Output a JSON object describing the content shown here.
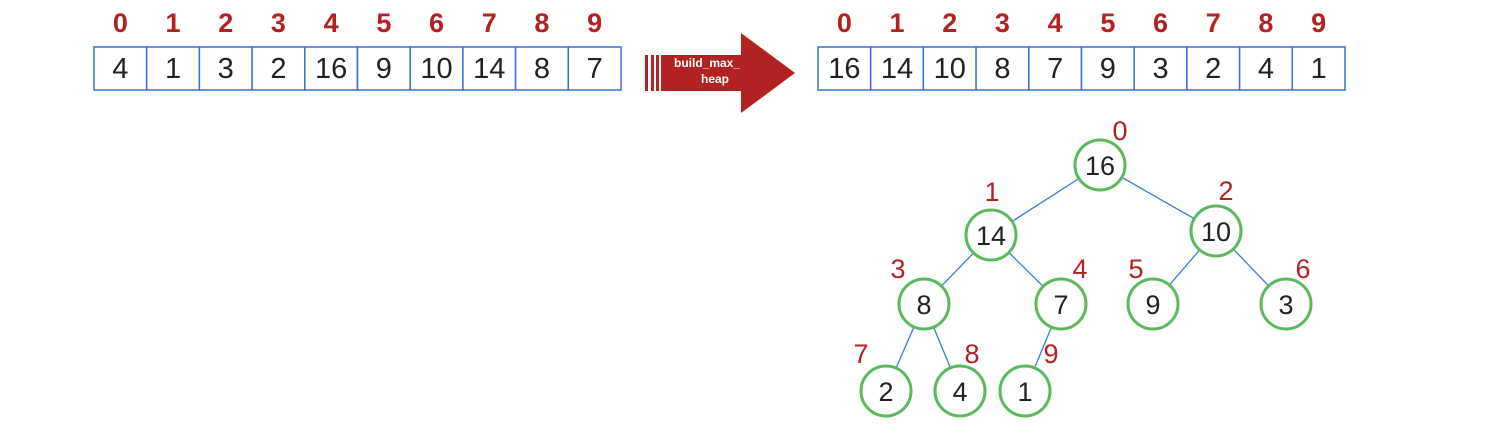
{
  "indices": [
    "0",
    "1",
    "2",
    "3",
    "4",
    "5",
    "6",
    "7",
    "8",
    "9"
  ],
  "input_array": [
    "4",
    "1",
    "3",
    "2",
    "16",
    "9",
    "10",
    "14",
    "8",
    "7"
  ],
  "arrow_label_line1": "build_max_",
  "arrow_label_line2": "heap",
  "output_array": [
    "16",
    "14",
    "10",
    "8",
    "7",
    "9",
    "3",
    "2",
    "4",
    "1"
  ],
  "tree": {
    "nodes": [
      {
        "index": "0",
        "value": "16"
      },
      {
        "index": "1",
        "value": "14"
      },
      {
        "index": "2",
        "value": "10"
      },
      {
        "index": "3",
        "value": "8"
      },
      {
        "index": "4",
        "value": "7"
      },
      {
        "index": "5",
        "value": "9"
      },
      {
        "index": "6",
        "value": "3"
      },
      {
        "index": "7",
        "value": "2"
      },
      {
        "index": "8",
        "value": "4"
      },
      {
        "index": "9",
        "value": "1"
      }
    ]
  },
  "colors": {
    "index_red": "#b22222",
    "cell_border": "#3a6fd8",
    "arrow": "#b22222",
    "node_border": "#5cb85c",
    "edge": "#3a7bd5",
    "text": "#222222"
  }
}
